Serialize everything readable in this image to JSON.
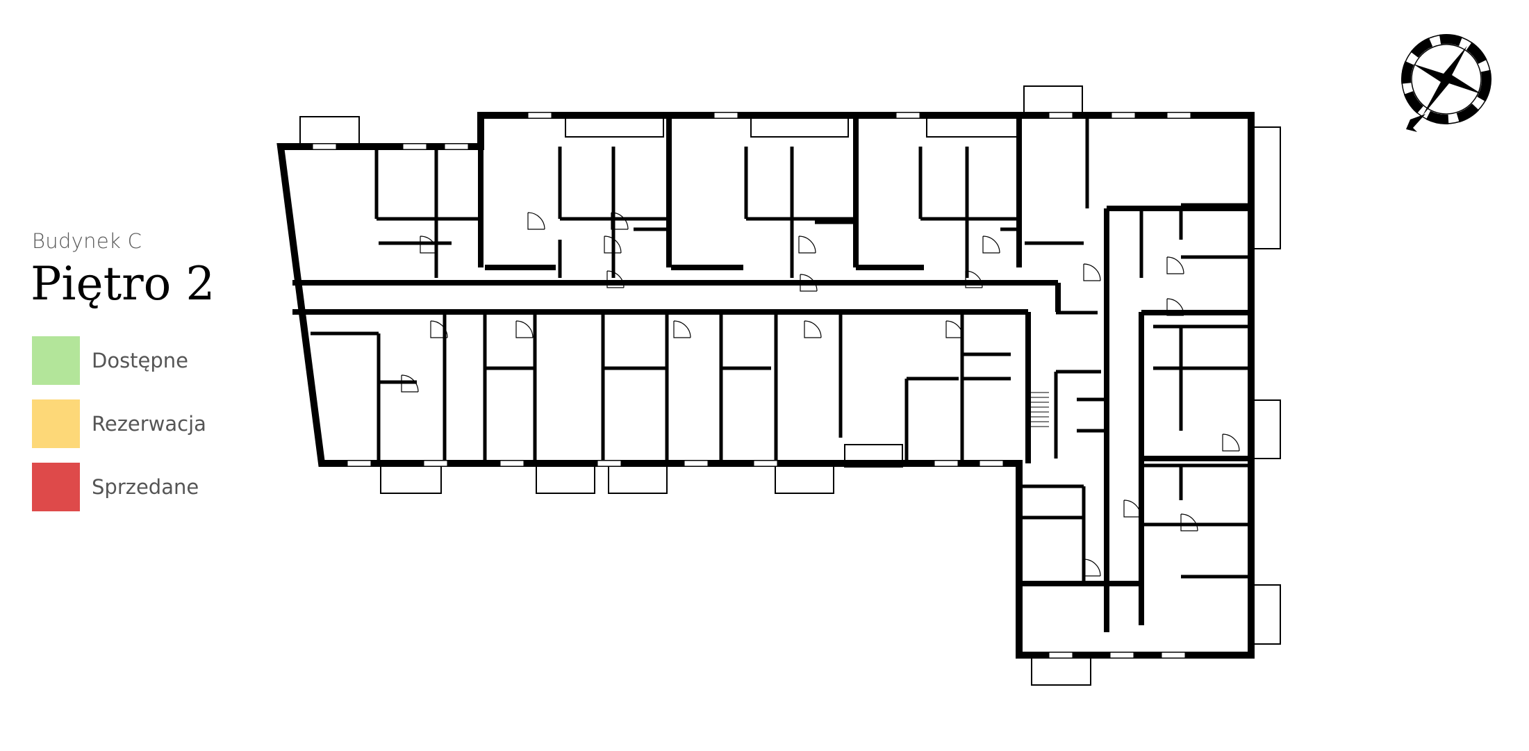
{
  "header": {
    "building": "Budynek C",
    "floor": "Piętro 2"
  },
  "legend": [
    {
      "label": "Dostępne",
      "color": "#b3e59a"
    },
    {
      "label": "Rezerwacja",
      "color": "#fdd878"
    },
    {
      "label": "Sprzedane",
      "color": "#de4a4a"
    }
  ],
  "plan": {
    "wall_color": "#000000",
    "compass_icon": "compass-icon"
  }
}
